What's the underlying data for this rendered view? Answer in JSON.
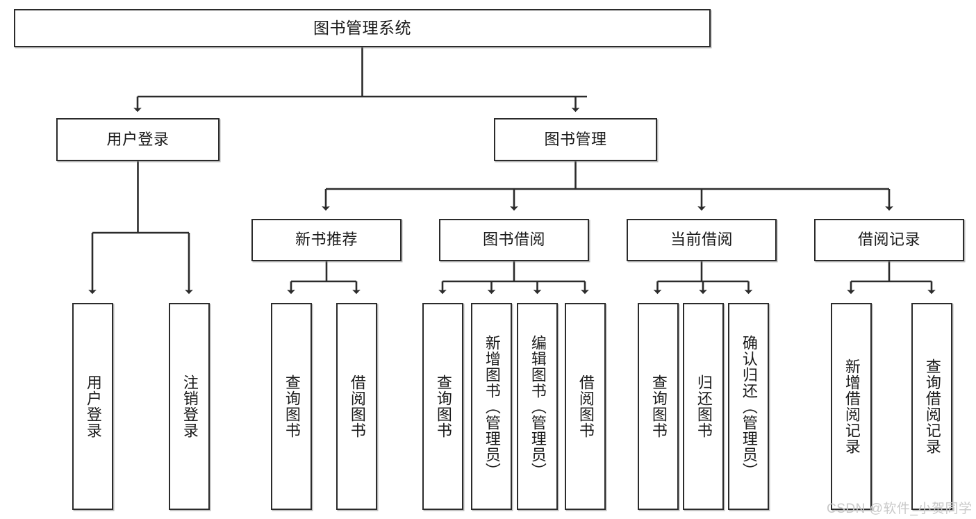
{
  "diagram": {
    "type": "tree-hierarchy",
    "title": "图书管理系统",
    "root": {
      "label": "图书管理系统"
    },
    "level2": [
      {
        "id": "user-login",
        "label": "用户登录"
      },
      {
        "id": "book-management",
        "label": "图书管理"
      }
    ],
    "level3": [
      {
        "id": "new-book-recommend",
        "label": "新书推荐",
        "parent": "book-management"
      },
      {
        "id": "book-borrow",
        "label": "图书借阅",
        "parent": "book-management"
      },
      {
        "id": "current-borrow",
        "label": "当前借阅",
        "parent": "book-management"
      },
      {
        "id": "borrow-record",
        "label": "借阅记录",
        "parent": "book-management"
      }
    ],
    "leaves": [
      {
        "id": "leaf-user-login",
        "label": "用户登录",
        "parent": "user-login"
      },
      {
        "id": "leaf-logout-login",
        "label": "注销登录",
        "parent": "user-login"
      },
      {
        "id": "leaf-query-book-1",
        "label": "查询图书",
        "parent": "new-book-recommend"
      },
      {
        "id": "leaf-borrow-book-1",
        "label": "借阅图书",
        "parent": "new-book-recommend"
      },
      {
        "id": "leaf-query-book-2",
        "label": "查询图书",
        "parent": "book-borrow"
      },
      {
        "id": "leaf-add-book",
        "label": "新增图书（管理员）",
        "parent": "book-borrow"
      },
      {
        "id": "leaf-edit-book",
        "label": "编辑图书（管理员）",
        "parent": "book-borrow"
      },
      {
        "id": "leaf-borrow-book-2",
        "label": "借阅图书",
        "parent": "book-borrow"
      },
      {
        "id": "leaf-query-book-3",
        "label": "查询图书",
        "parent": "current-borrow"
      },
      {
        "id": "leaf-return-book",
        "label": "归还图书",
        "parent": "current-borrow"
      },
      {
        "id": "leaf-confirm-return",
        "label": "确认归还（管理员）",
        "parent": "current-borrow"
      },
      {
        "id": "leaf-add-record",
        "label": "新增借阅记录",
        "parent": "borrow-record"
      },
      {
        "id": "leaf-query-record",
        "label": "查询借阅记录",
        "parent": "borrow-record"
      }
    ],
    "watermark": "CSDN @软件_小贺同学",
    "colors": {
      "border": "#2b2b2b",
      "text": "#1a1a1a",
      "background": "#ffffff",
      "watermark": "#c9c9c9"
    }
  }
}
